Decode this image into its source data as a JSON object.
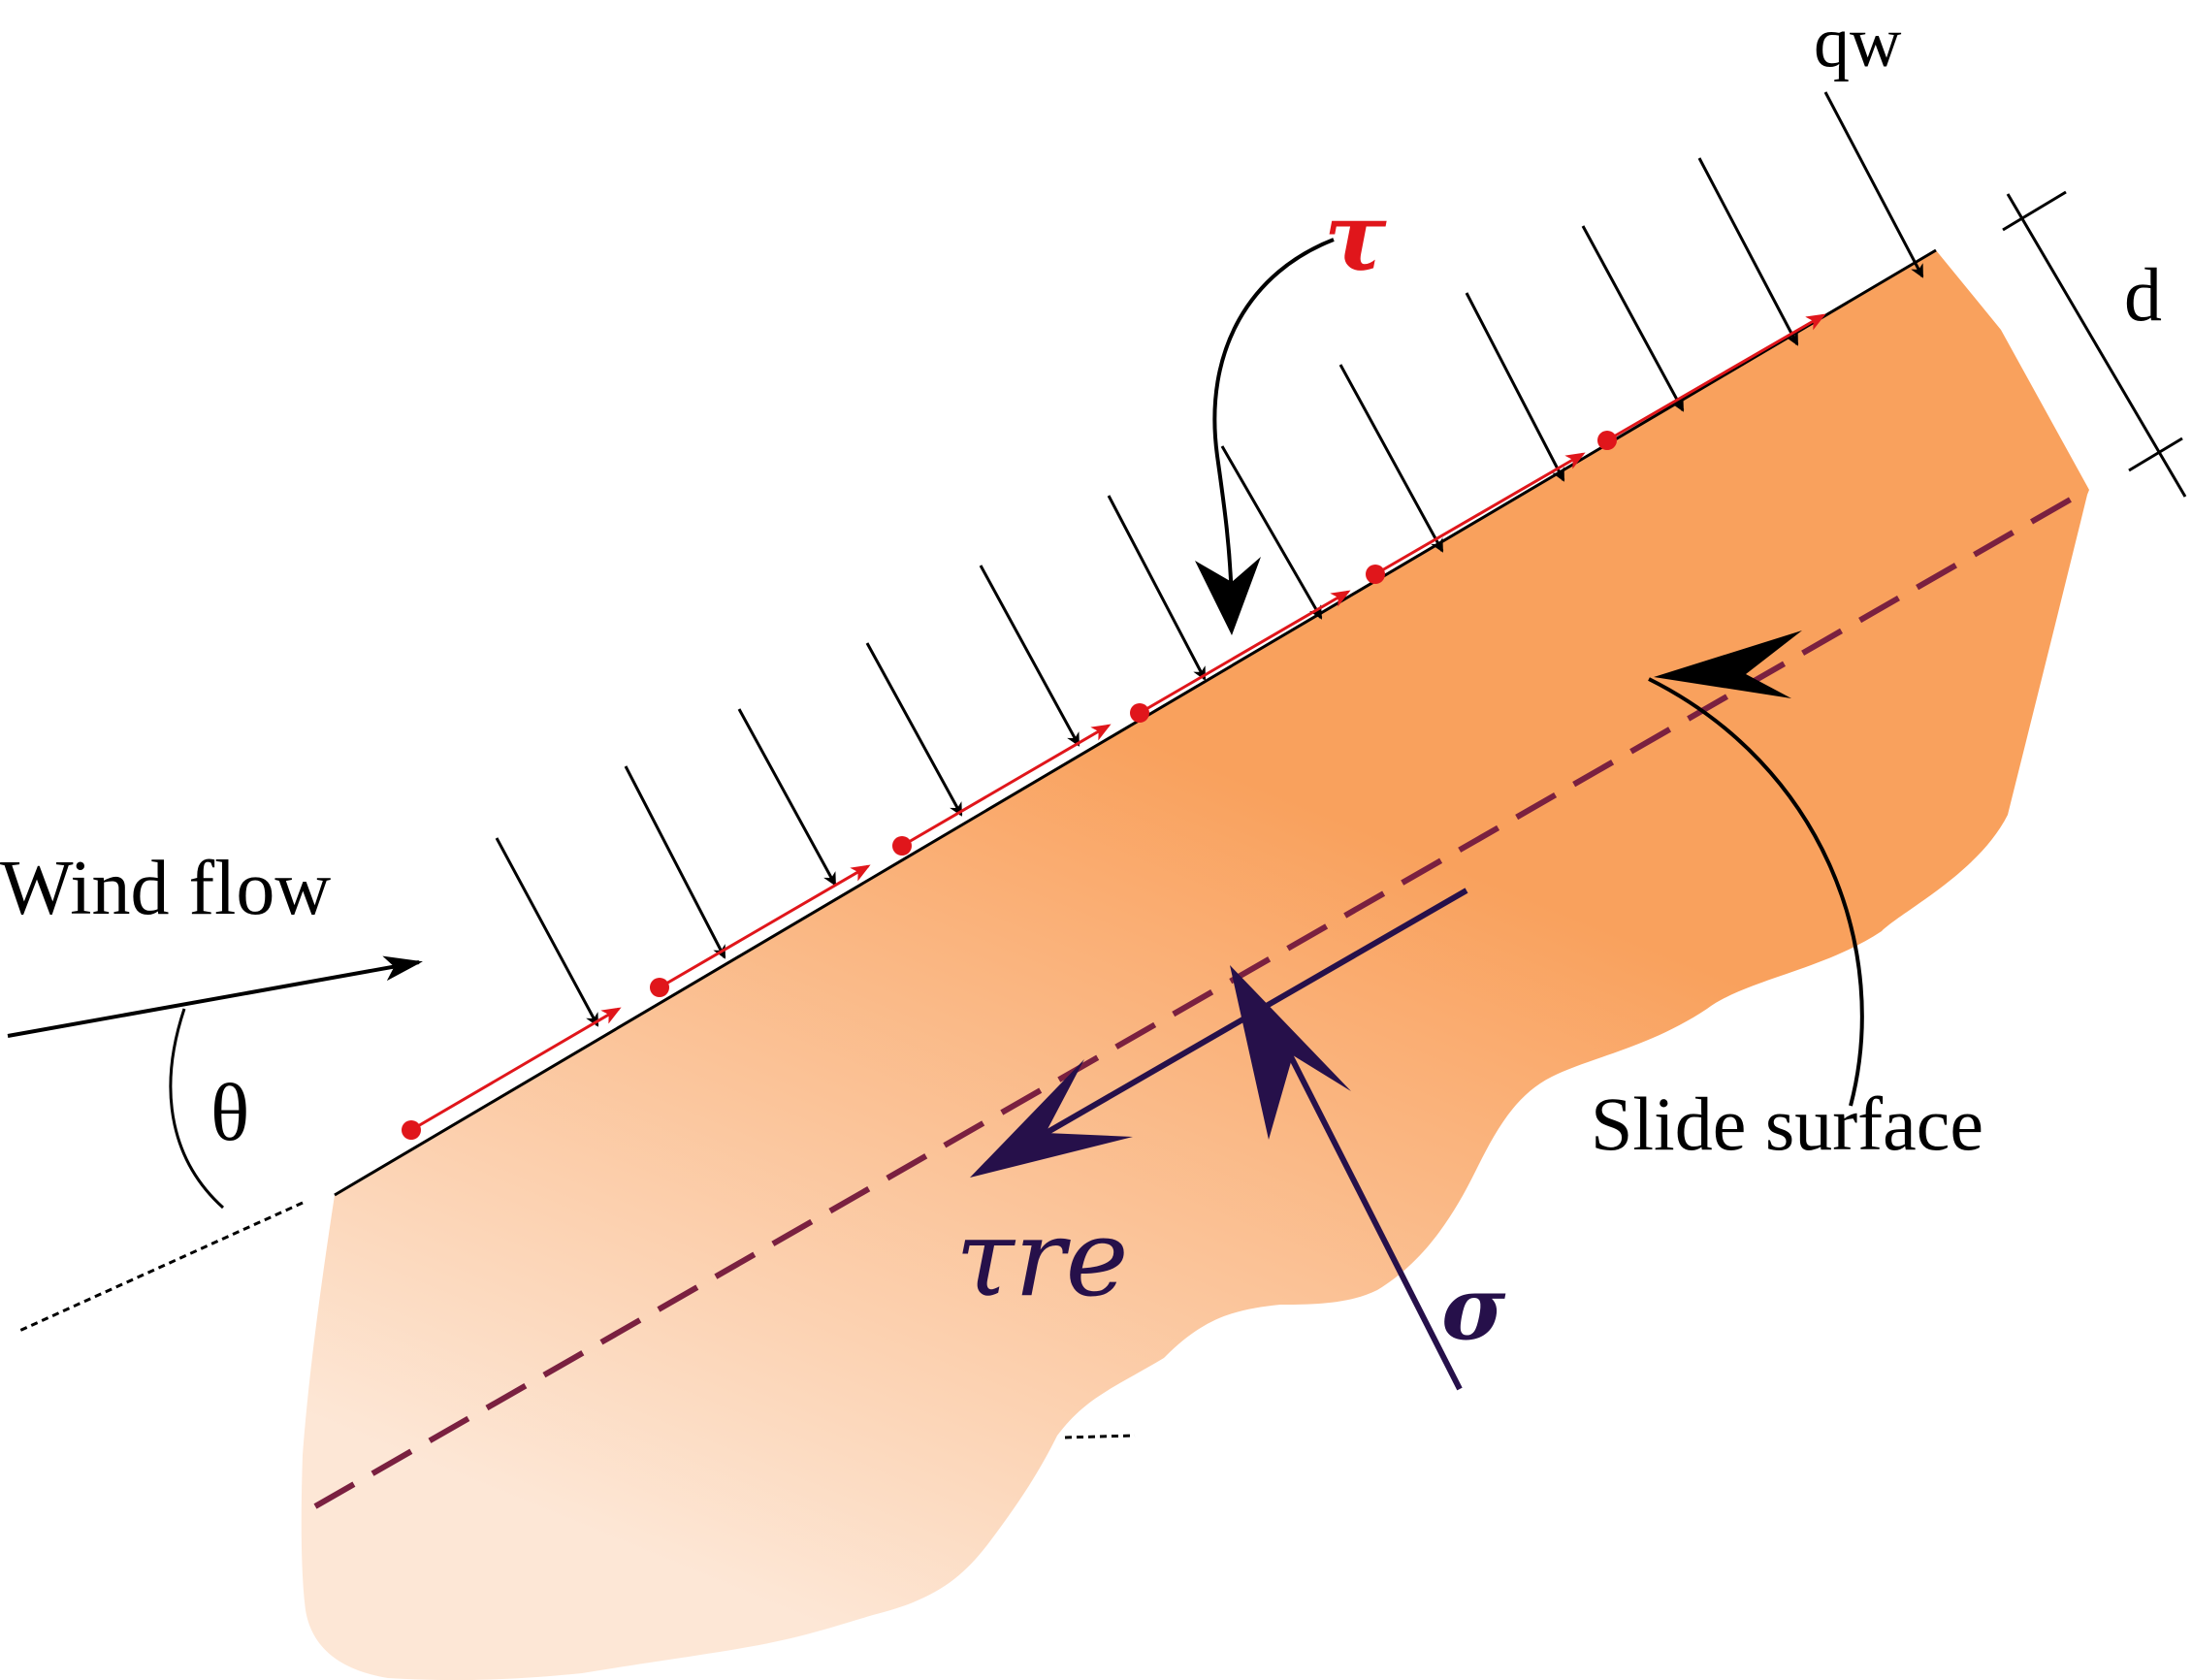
{
  "labels": {
    "wind_flow": "Wind flow",
    "theta": "θ",
    "tau": "τ",
    "q_w": "qw",
    "d": "d",
    "slide_surface": "Slide surface",
    "tau_re": "τre",
    "sigma": "σ"
  },
  "colors": {
    "soil_top": "#F9A15D",
    "soil_bottom": "#FDE5D2",
    "wind_shear": "#E0161B",
    "slide_line": "#7A2040",
    "resisting_force": "#26104A",
    "black": "#000000"
  },
  "icons": {
    "wind_arrow": "arrow-right-icon",
    "pressure_arrows": "arrow-down-right-icon",
    "shear_arrows": "arrow-up-right-icon"
  }
}
